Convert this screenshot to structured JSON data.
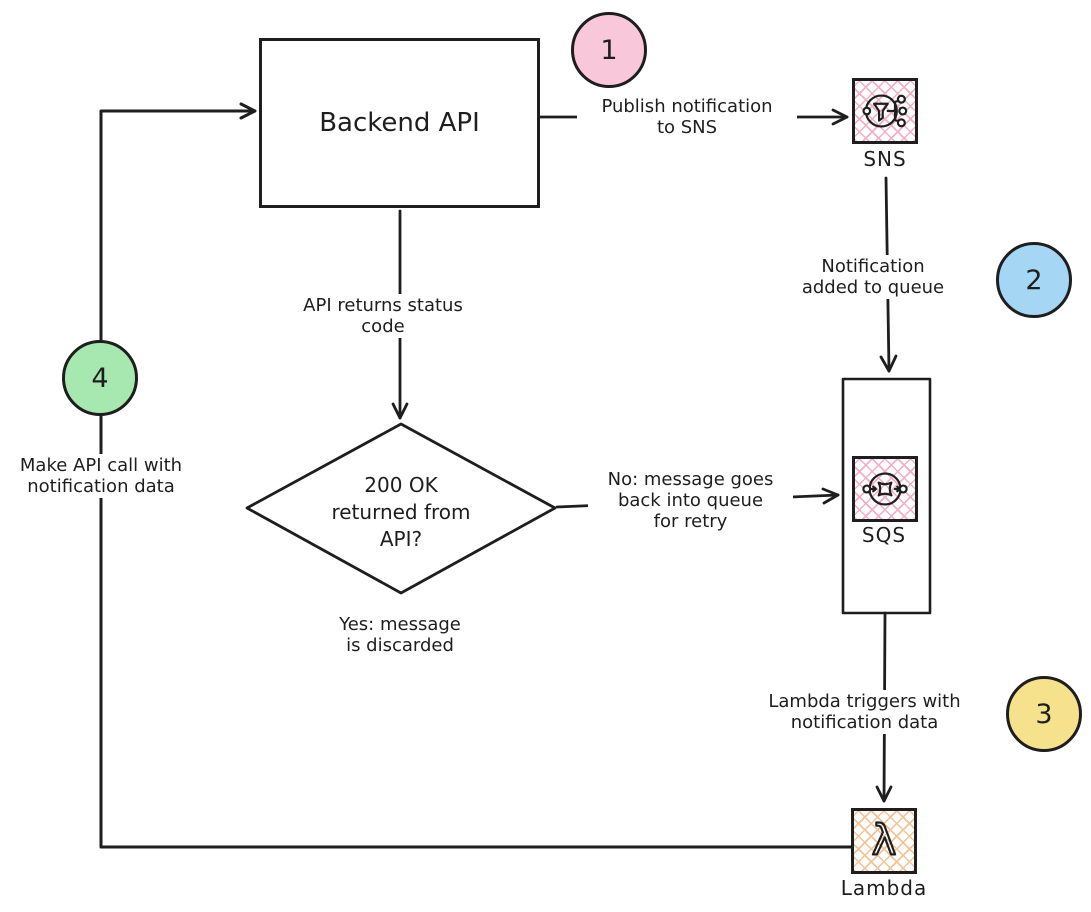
{
  "diagram": {
    "nodes": {
      "backend_api": {
        "label": "Backend API"
      },
      "decision": {
        "lines": [
          "200 OK",
          "returned from",
          "API?"
        ]
      },
      "sns": {
        "caption": "SNS"
      },
      "sqs": {
        "caption": "SQS"
      },
      "lambda": {
        "caption": "Lambda"
      }
    },
    "edges": {
      "publish": {
        "lines": [
          "Publish notification",
          "to SNS"
        ]
      },
      "api_status": {
        "lines": [
          "API returns status",
          "code"
        ]
      },
      "notification_queue": {
        "lines": [
          "Notification",
          "added to queue"
        ]
      },
      "no_retry": {
        "lines": [
          "No: message goes",
          "back into queue",
          "for retry"
        ]
      },
      "yes_discard": {
        "lines": [
          "Yes: message",
          "is discarded"
        ]
      },
      "lambda_trigger": {
        "lines": [
          "Lambda triggers with",
          "notification data"
        ]
      },
      "make_api_call": {
        "lines": [
          "Make API call with",
          "notification data"
        ]
      }
    },
    "steps": [
      {
        "number": "1",
        "color": "#f8c8da"
      },
      {
        "number": "2",
        "color": "#a5d6f3"
      },
      {
        "number": "3",
        "color": "#f6e28c"
      },
      {
        "number": "4",
        "color": "#a6e8b0"
      }
    ],
    "colors": {
      "stroke": "#1e1e1e",
      "pink_hatch": "#f3afc4",
      "orange_hatch": "#f2c397",
      "background": "#ffffff"
    }
  }
}
